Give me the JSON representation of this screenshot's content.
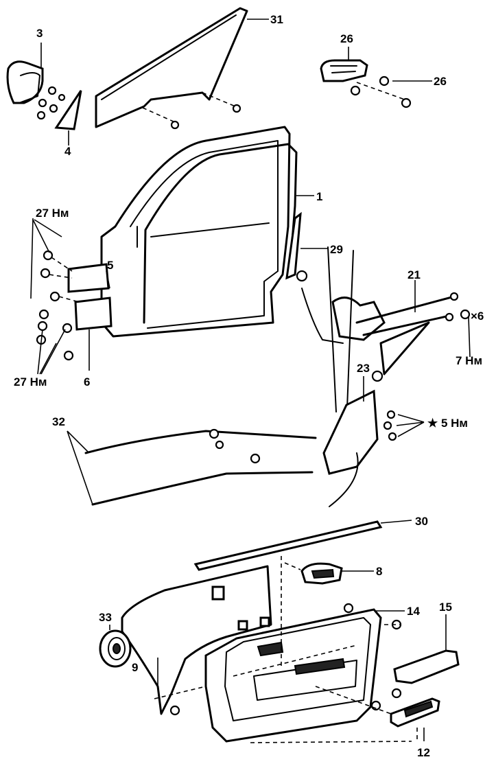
{
  "callouts": [
    {
      "id": "c31",
      "text": "31"
    },
    {
      "id": "c3",
      "text": "3"
    },
    {
      "id": "c4",
      "text": "4"
    },
    {
      "id": "c26a",
      "text": "26"
    },
    {
      "id": "c26b",
      "text": "26"
    },
    {
      "id": "c1",
      "text": "1"
    },
    {
      "id": "c27a",
      "text": "27 Нм"
    },
    {
      "id": "c5",
      "text": "5"
    },
    {
      "id": "c29",
      "text": "29"
    },
    {
      "id": "c21",
      "text": "21"
    },
    {
      "id": "cx6",
      "text": "×6"
    },
    {
      "id": "c7",
      "text": "7 Нм"
    },
    {
      "id": "c27b",
      "text": "27 Нм"
    },
    {
      "id": "c6",
      "text": "6"
    },
    {
      "id": "c23",
      "text": "23"
    },
    {
      "id": "c5nm",
      "text": "★ 5 Нм"
    },
    {
      "id": "c32",
      "text": "32"
    },
    {
      "id": "c30",
      "text": "30"
    },
    {
      "id": "c8",
      "text": "8"
    },
    {
      "id": "c33",
      "text": "33"
    },
    {
      "id": "c14",
      "text": "14"
    },
    {
      "id": "c15",
      "text": "15"
    },
    {
      "id": "c9",
      "text": "9"
    },
    {
      "id": "c12",
      "text": "12"
    }
  ]
}
